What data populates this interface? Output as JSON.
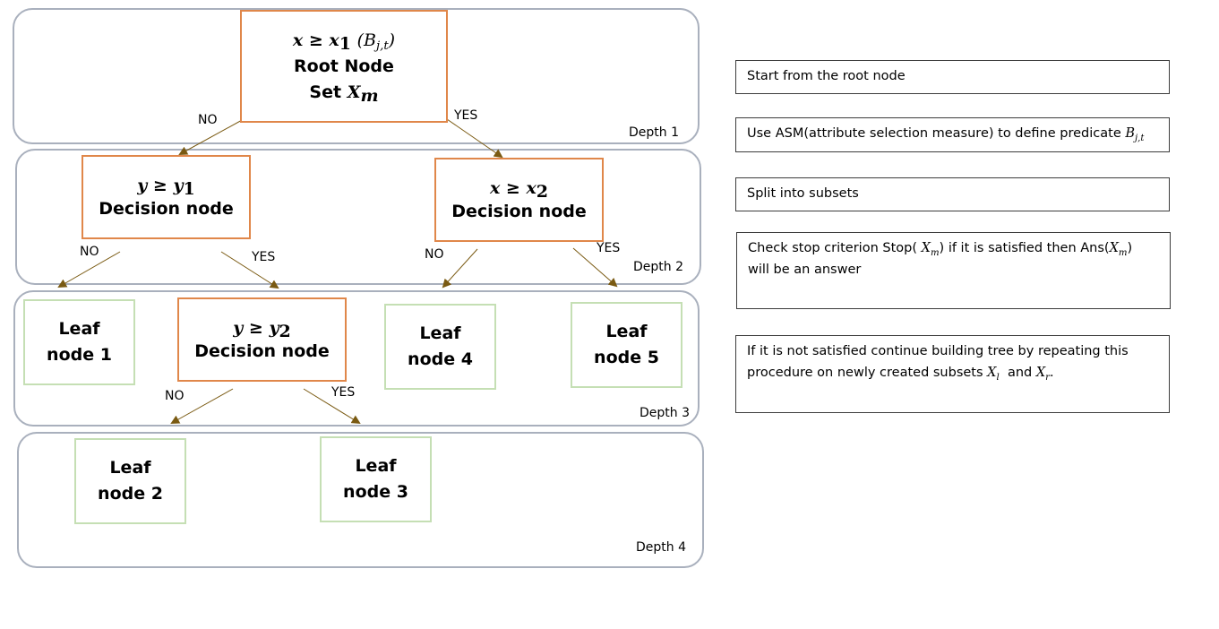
{
  "tree": {
    "depths": [
      "Depth 1",
      "Depth 2",
      "Depth 3",
      "Depth 4"
    ],
    "root": {
      "condition_lhs": "x",
      "condition_op": "≥",
      "condition_rhs": "x",
      "condition_rhs_sub": "1",
      "predicate": "(B",
      "predicate_sub": "j,t",
      "predicate_close": ")",
      "title": "Root Node",
      "set_label": "Set",
      "set_symbol": "X",
      "set_symbol_sub": "m"
    },
    "decision_y1": {
      "lhs": "y",
      "op": "≥",
      "rhs": "y",
      "rhs_sub": "1",
      "title": "Decision node"
    },
    "decision_x2": {
      "lhs": "x",
      "op": "≥",
      "rhs": "x",
      "rhs_sub": "2",
      "title": "Decision node"
    },
    "decision_y2": {
      "lhs": "y",
      "op": "≥",
      "rhs": "y",
      "rhs_sub": "2",
      "title": "Decision node"
    },
    "leaves": {
      "leaf1": {
        "line1": "Leaf",
        "line2": "node 1"
      },
      "leaf2": {
        "line1": "Leaf",
        "line2": "node 2"
      },
      "leaf3": {
        "line1": "Leaf",
        "line2": "node 3"
      },
      "leaf4": {
        "line1": "Leaf",
        "line2": "node 4"
      },
      "leaf5": {
        "line1": "Leaf",
        "line2": "node 5"
      }
    },
    "edge_labels": {
      "no": "NO",
      "yes": "YES"
    }
  },
  "steps": {
    "step1": {
      "text": "Start from the root node"
    },
    "step2": {
      "text": "Use ASM(attribute selection measure) to define predicate ",
      "symbol": "B",
      "symbol_sub": "j,t"
    },
    "step3": {
      "text": "Split into subsets"
    },
    "step4": {
      "text_a": "Check stop criterion Stop( ",
      "sym_a": "X",
      "sym_a_sub": "m",
      "text_b": ") if it is satisfied then Ans(",
      "sym_b": "X",
      "sym_b_sub": "m",
      "text_c": ")",
      "text_d": "will be an answer"
    },
    "step5": {
      "text_a": "If it is not satisfied continue building tree by repeating this",
      "text_b": "procedure on newly created subsets ",
      "sym_l": "X",
      "sym_l_sub": "l",
      "text_and": "  and ",
      "sym_r": "X",
      "sym_r_sub": "r",
      "text_end": "."
    }
  },
  "colors": {
    "band_border": "#a9b0bd",
    "decision_border": "#e0874a",
    "leaf_border": "#c5dfb4",
    "arrow": "#7a5a12"
  }
}
